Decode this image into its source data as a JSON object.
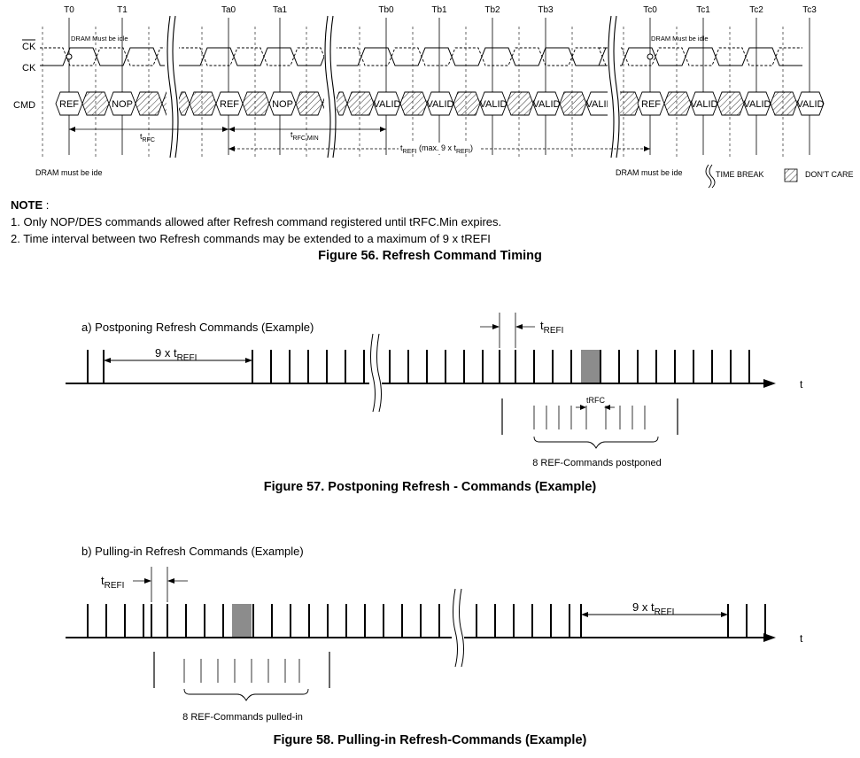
{
  "fig56": {
    "time_labels": [
      "T0",
      "T1",
      "Ta0",
      "Ta1",
      "Tb0",
      "Tb1",
      "Tb2",
      "Tb3",
      "Tc0",
      "Tc1",
      "Tc2",
      "Tc3"
    ],
    "signal_ck_bar": "CK",
    "signal_ck": "CK",
    "signal_cmd": "CMD",
    "idle_top_1": "DRAM Must be idle",
    "idle_top_2": "DRAM Must be idle",
    "commands": [
      "REF",
      "NOP",
      "REF",
      "NOP",
      "VALID",
      "VALID",
      "VALID",
      "VALID",
      "VALID",
      "REF",
      "VALID",
      "VALID",
      "VALID"
    ],
    "trfc_label": "t",
    "trfc_sub": "RFC",
    "trfcmin_label": "t",
    "trfcmin_sub": "RFC,MIN",
    "trefi_label": "t",
    "trefi_sub": "REFI",
    "trefi_mid": " (max. 9 x t",
    "trefi_sub2": "REFI",
    "trefi_end": ")",
    "idle_bottom_1": "DRAM must be ide",
    "idle_bottom_2": "DRAM must be ide",
    "legend_break": "TIME BREAK",
    "legend_dontcare": "DON'T CARE",
    "caption": "Figure 56. Refresh Command Timing"
  },
  "note": {
    "heading": "NOTE",
    "colon": " :",
    "line1": "1. Only NOP/DES commands allowed after Refresh command registered until tRFC.Min expires.",
    "line2": "2. Time interval between two Refresh commands may be extended to a maximum of 9 x tREFI"
  },
  "fig57": {
    "title": "a) Postponing Refresh Commands (Example)",
    "nine_x": "9 x t",
    "nine_sub": "REFI",
    "trefi": "t",
    "trefi_sub": "REFI",
    "axis_t": "t",
    "trfc": "tRFC",
    "postponed": "8 REF-Commands postponed",
    "caption": "Figure 57. Postponing Refresh - Commands (Example)"
  },
  "fig58": {
    "title": "b) Pulling-in Refresh Commands (Example)",
    "trefi": "t",
    "trefi_sub": "REFI",
    "nine_x": "9 x t",
    "nine_sub": "REFI",
    "axis_t": "t",
    "pulled": "8 REF-Commands pulled-in",
    "caption": "Figure 58. Pulling-in Refresh-Commands (Example)"
  }
}
